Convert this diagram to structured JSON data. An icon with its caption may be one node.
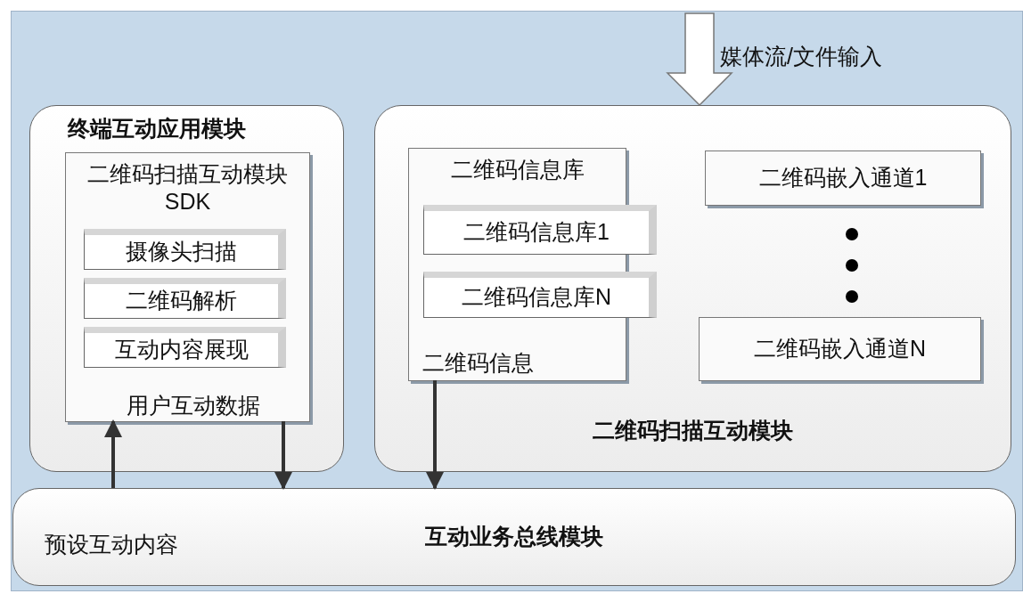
{
  "diagram": {
    "nodes": [
      {
        "text": [
          "终端互动应用模块"
        ]
      },
      {
        "text": [
          "二维码扫描互动模块SDK"
        ],
        "in": 0
      },
      {
        "text": [
          "摄像头扫描"
        ],
        "in": 1
      },
      {
        "text": [
          "二维码解析"
        ],
        "in": 1
      },
      {
        "text": [
          "互动内容展现"
        ],
        "in": 1
      },
      {
        "text": [
          "二维码扫描互动模块"
        ]
      },
      {
        "text": [
          "二维码信息库"
        ],
        "in": 5
      },
      {
        "text": [
          "二维码信息库1"
        ],
        "in": 6
      },
      {
        "text": [
          "二维码信息库N"
        ],
        "in": 6
      },
      {
        "text": [
          "二维码嵌入通道1"
        ],
        "in": 5
      },
      {
        "text": [
          "二维码嵌入通道N"
        ],
        "in": 5
      },
      {
        "text": [
          "互动业务总线模块"
        ]
      }
    ],
    "edges": [
      {
        "from": null,
        "to": 5,
        "arrow": "to",
        "label": "媒体流/文件输入"
      },
      {
        "from": 11,
        "to": 1,
        "arrow": "to",
        "label": "预设互动内容"
      },
      {
        "from": 1,
        "to": 11,
        "arrow": "to",
        "label": "用户互动数据"
      },
      {
        "from": 6,
        "to": 11,
        "arrow": "to",
        "label": "二维码信息"
      }
    ]
  }
}
